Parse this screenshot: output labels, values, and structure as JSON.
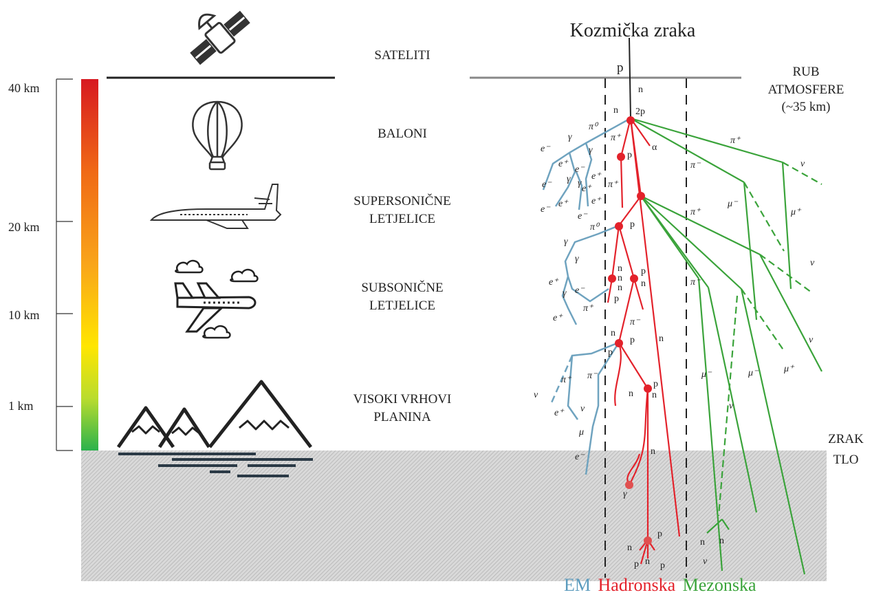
{
  "title": "Kozmička zraka",
  "altitude_labels": [
    "40 km",
    "20 km",
    "10 km",
    "1 km"
  ],
  "zones": {
    "sateliti": "SATELITI",
    "baloni": "BALONI",
    "supersonic": [
      "SUPERSONIČNE",
      "LETJELICE"
    ],
    "subsonic": [
      "SUBSONIČNE",
      "LETJELICE"
    ],
    "peaks": [
      "VISOKI VRHOVI",
      "PLANINA"
    ]
  },
  "right_labels": {
    "rub": [
      "RUB",
      "ATMOSFERE",
      "(~35 km)"
    ],
    "zrak": "ZRAK",
    "tlo": "TLO"
  },
  "legend": {
    "em": "EM",
    "hadronska": "Hadronska",
    "mezonska": "Mezonska"
  },
  "colors": {
    "em": "#5b9bbd",
    "hadronic": "#e3222b",
    "mesonic": "#3aa33a",
    "ground": "#c8c8c8",
    "icon": "#333333"
  },
  "particles": {
    "p": "p",
    "n": "n",
    "two_p": "2p",
    "alpha": "α",
    "gamma": "γ",
    "nu": "ν",
    "mu": "μ",
    "pi0": "π⁰",
    "pi_plus": "π⁺",
    "pi_minus": "π⁻",
    "mu_plus": "μ⁺",
    "mu_minus": "μ⁻",
    "e_plus": "e⁺",
    "e_minus": "e⁻",
    "e": "e⁻"
  }
}
